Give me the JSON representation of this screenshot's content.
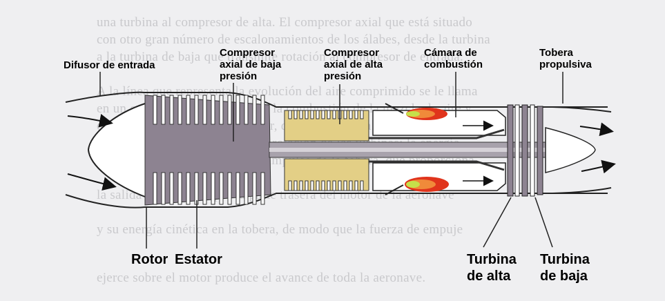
{
  "background_text": [
    "una turbina al compresor de alta. El compresor axial que está situado",
    "con otro gran número de escalonamientos de los álabes, desde la turbina",
    "a la turbina de baja que transmite rotación al compresor de entrada.",
    "A la línea que representa la evolución del aire comprimido se le llama",
    "en un espacio donde se produce la combustión de la mezcla de aire y",
    "que a su vez llegan al compresor, de donde salen a gran velocidad",
    "velocidad. El movimiento es de rotación de las turbinas; la energía",
    "el aire y que a su vez genera el impulso de la tobera, que proporciona",
    "la salida de los gases por la parte trasera del motor de la aeronave",
    "y su energía cinética en la tobera, de modo que la fuerza de empuje",
    "ejerce sobre el motor produce el avance de toda la aeronave."
  ],
  "labels": {
    "difusor": "Difusor de entrada",
    "compresor_baja": "Compresor\naxial de baja\npresión",
    "compresor_alta": "Compresor\naxial de alta\npresión",
    "camara": "Cámara de\ncombustión",
    "tobera": "Tobera\npropulsiva",
    "rotor": "Rotor",
    "estator": "Estator",
    "turbina_alta": "Turbina\nde alta",
    "turbina_baja": "Turbina\nde baja"
  },
  "colors": {
    "low_pressure_compressor": "#8d8391",
    "high_pressure_compressor": "#e3cf86",
    "shaft": "#a8a2ac",
    "flame_outer": "#e0341c",
    "flame_inner": "#f08a3a",
    "flame_core": "#c6e04a"
  }
}
